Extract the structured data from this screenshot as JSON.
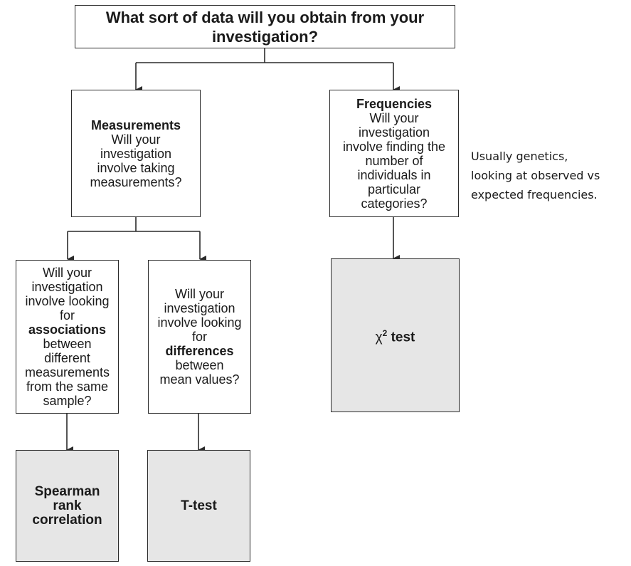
{
  "title": {
    "line1": "What sort of data will you obtain from your",
    "line2": "investigation?"
  },
  "measurements": {
    "heading": "Measurements",
    "lines": [
      "Will your",
      "investigation",
      "involve taking",
      "measurements?"
    ]
  },
  "frequencies": {
    "heading": "Frequencies",
    "lines": [
      "Will your",
      "investigation",
      "involve finding the",
      "number of",
      "individuals in",
      "particular",
      "categories?"
    ]
  },
  "associations": {
    "lines_before": [
      "Will your",
      "investigation",
      "involve looking",
      "for"
    ],
    "keyword": "associations",
    "lines_after": [
      "between",
      "different",
      "measurements",
      "from the same",
      "sample?"
    ]
  },
  "differences": {
    "lines_before": [
      "Will your",
      "investigation",
      "involve looking",
      "for"
    ],
    "keyword": "differences",
    "lines_after": [
      "between",
      "mean values?"
    ]
  },
  "results": {
    "spearman": [
      "Spearman",
      "rank",
      "correlation"
    ],
    "ttest": "T-test",
    "chi_symbol": "χ",
    "chi_exp": "2",
    "chi_label": " test"
  },
  "note": [
    "Usually genetics,",
    "looking at observed vs",
    "expected frequencies."
  ]
}
